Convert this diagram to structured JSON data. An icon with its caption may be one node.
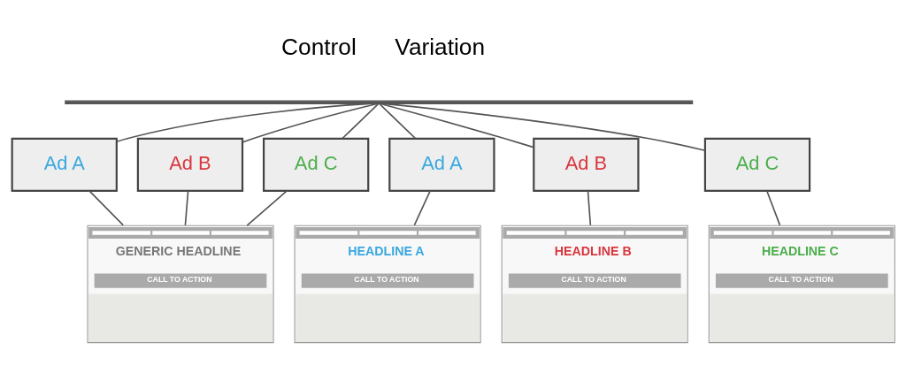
{
  "diagram": {
    "nodes": [
      {
        "text": [],
        "shape": "bar"
      },
      {
        "text": [
          "Ad A"
        ]
      },
      {
        "text": [
          "Ad B"
        ]
      },
      {
        "text": [
          "Ad C"
        ]
      },
      {
        "text": [
          "GENERIC HEADLINE",
          "CALL TO ACTION"
        ]
      },
      {
        "text": [
          "Ad A"
        ]
      },
      {
        "text": [
          "Ad B"
        ]
      },
      {
        "text": [
          "Ad C"
        ]
      },
      {
        "text": [
          "HEADLINE A",
          "CALL TO ACTION"
        ]
      },
      {
        "text": [
          "HEADLINE B",
          "CALL TO ACTION"
        ]
      },
      {
        "text": [
          "HEADLINE C",
          "CALL TO ACTION"
        ]
      }
    ],
    "edges": [
      {
        "from": 0,
        "to": 1,
        "arrow": "none"
      },
      {
        "from": 0,
        "to": 2,
        "arrow": "none"
      },
      {
        "from": 0,
        "to": 3,
        "arrow": "none"
      },
      {
        "from": 0,
        "to": 5,
        "arrow": "none"
      },
      {
        "from": 0,
        "to": 6,
        "arrow": "none"
      },
      {
        "from": 0,
        "to": 7,
        "arrow": "none"
      },
      {
        "from": 1,
        "to": 4,
        "arrow": "none"
      },
      {
        "from": 2,
        "to": 4,
        "arrow": "none"
      },
      {
        "from": 3,
        "to": 4,
        "arrow": "none"
      },
      {
        "from": 5,
        "to": 8,
        "arrow": "none"
      },
      {
        "from": 6,
        "to": 9,
        "arrow": "none"
      },
      {
        "from": 7,
        "to": 10,
        "arrow": "none"
      }
    ],
    "labels": [
      "Control",
      "Variation"
    ]
  }
}
